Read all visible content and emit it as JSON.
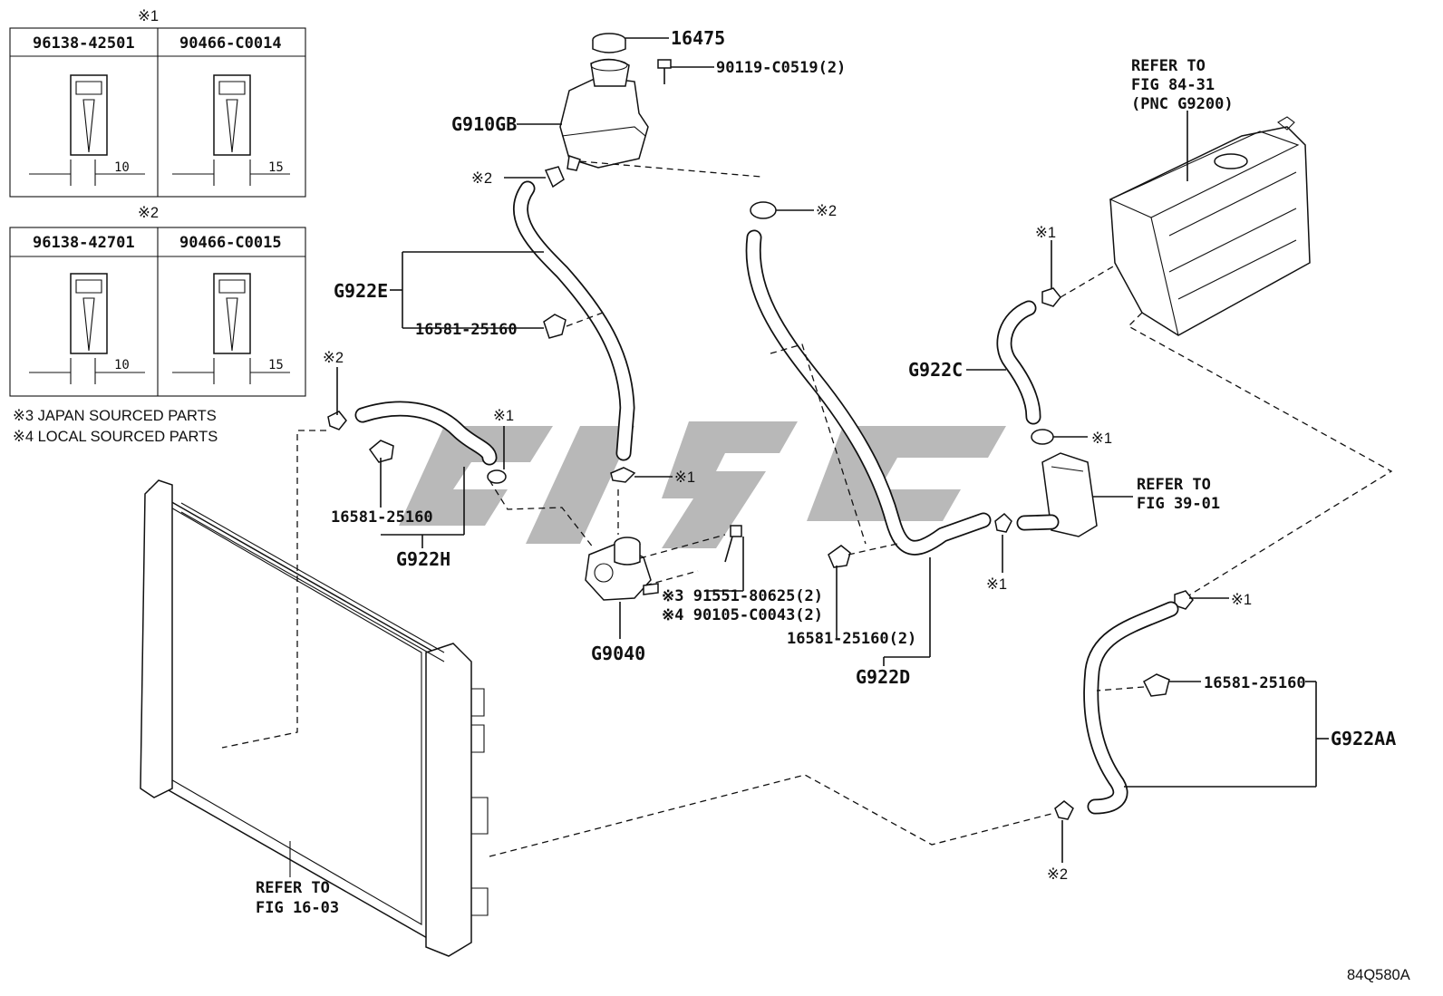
{
  "tables": [
    {
      "mark": "※1",
      "cols": [
        "96138-42501",
        "90466-C0014"
      ],
      "dims": [
        "10",
        "15"
      ]
    },
    {
      "mark": "※2",
      "cols": [
        "96138-42701",
        "90466-C0015"
      ],
      "dims": [
        "10",
        "15"
      ]
    }
  ],
  "notes": [
    "※3 JAPAN SOURCED PARTS",
    "※4 LOCAL SOURCED PARTS"
  ],
  "labels": {
    "cap": "16475",
    "bolt_top": "90119-C0519(2)",
    "reservoir": "G910GB",
    "m2_a": "※2",
    "m2_b": "※2",
    "m2_c": "※2",
    "m2_d": "※2",
    "m1_a": "※1",
    "m1_b": "※1",
    "m1_c": "※1",
    "m1_d": "※1",
    "m1_e": "※1",
    "m1_f": "※1",
    "hose_e": "G922E",
    "clip_e": "16581-25160",
    "clip_h": "16581-25160",
    "hose_h": "G922H",
    "bolt_jp": "※3 91551-80625(2)",
    "bolt_local": "※4 90105-C0043(2)",
    "pump": "G9040",
    "clip_d": "16581-25160(2)",
    "hose_d": "G922D",
    "hose_c": "G922C",
    "clip_aa": "16581-25160",
    "hose_aa": "G922AA",
    "refer_inverter": [
      "REFER TO",
      "FIG 84-31",
      "(PNC G9200)"
    ],
    "refer_cooler": [
      "REFER TO",
      "FIG 39-01"
    ],
    "refer_radiator": [
      "REFER TO",
      "FIG 16-03"
    ],
    "diagram_code": "84Q580A"
  }
}
